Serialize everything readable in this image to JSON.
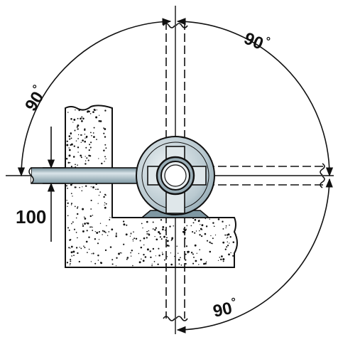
{
  "angles": {
    "top_right": "90",
    "top_left": "90",
    "bottom_right": "90",
    "degree_symbol": "°"
  },
  "dimension": {
    "value": "100"
  },
  "colors": {
    "line": "#111111",
    "wall_fill": "#ffffff",
    "pipe_fill": "#8fa8b3",
    "pipe_highlight": "#d6e2e7",
    "housing_fill": "#c4d2d8",
    "hub_fill": "#e9eef0"
  }
}
